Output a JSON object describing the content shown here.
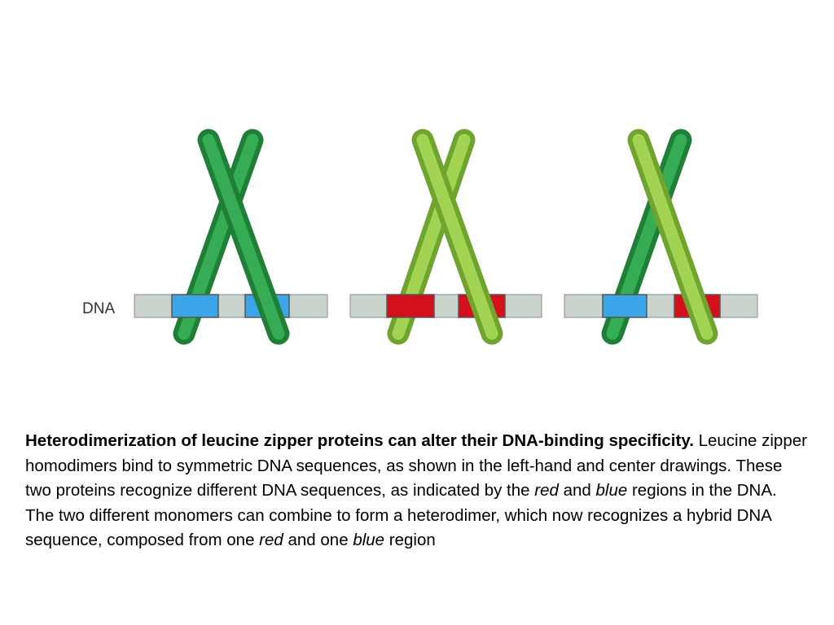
{
  "figure": {
    "dna_label": "DNA",
    "colors": {
      "dna_strand": "#c9d3cb",
      "dna_border": "#8a8f8c",
      "red_site": "#d4101c",
      "blue_site": "#3aa6e8",
      "dark_green": "#2e9e4a",
      "light_green": "#93c847"
    },
    "panels": [
      {
        "name": "left-homodimer",
        "site_1": "blue",
        "site_2": "blue",
        "monomer_a": "dark-green",
        "monomer_b": "dark-green"
      },
      {
        "name": "center-homodimer",
        "site_1": "red",
        "site_2": "red",
        "monomer_a": "light-green",
        "monomer_b": "light-green"
      },
      {
        "name": "right-heterodimer",
        "site_1": "blue",
        "site_2": "red",
        "monomer_a": "dark-green",
        "monomer_b": "light-green"
      }
    ]
  },
  "caption": {
    "bold_lead": "Heterodimerization of leucine zipper proteins can alter their DNA-binding specificity.",
    "t1": " Leucine zipper homodimers bind to symmetric DNA sequences, as shown in the left-hand and center drawings. These two proteins recognize different DNA sequences, as indicated by the ",
    "red_1": "red",
    "t2": " and ",
    "blue_1": "blue",
    "t3": " regions in the DNA. The two different monomers can combine to form a heterodimer, which now recognizes a hybrid DNA sequence, composed from one ",
    "red_2": "red",
    "t4": " and one ",
    "blue_2": "blue",
    "t5": " region"
  }
}
